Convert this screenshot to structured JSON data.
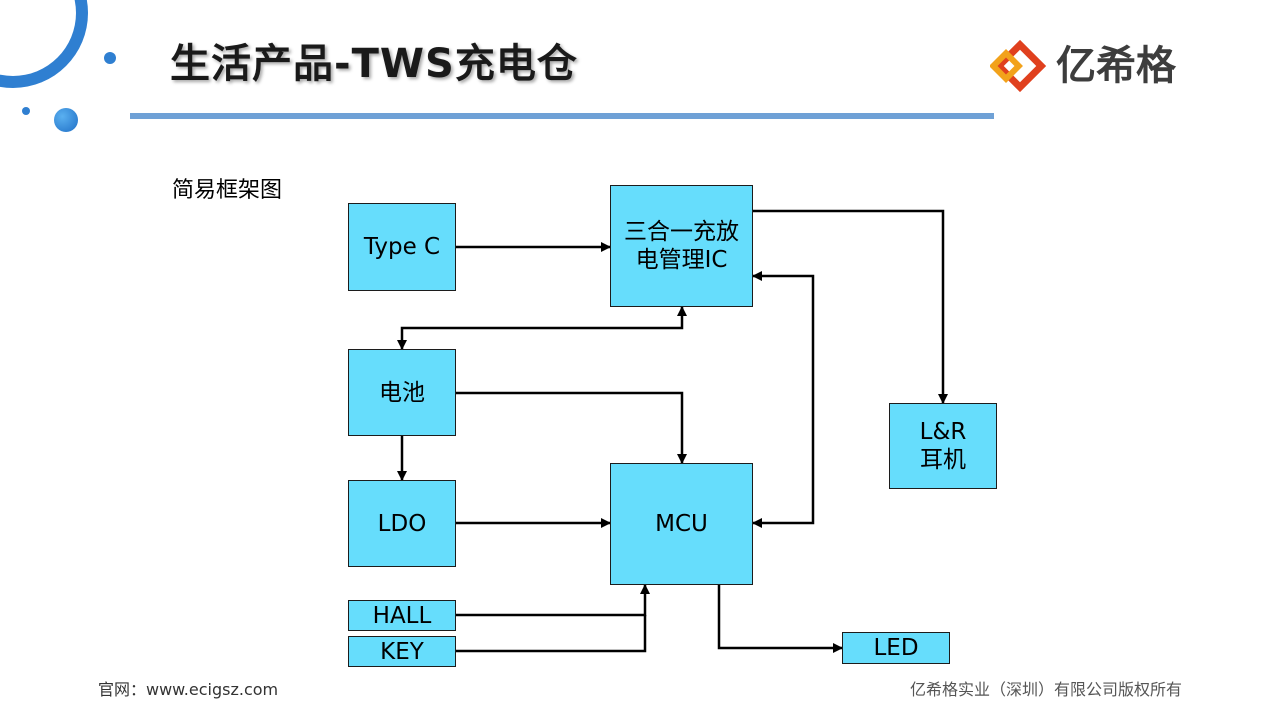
{
  "slide": {
    "title": "生活产品-TWS充电仓",
    "logo_text": "亿希格",
    "subtitle": "简易框架图",
    "footer_left": "官网：www.ecigsz.com",
    "footer_right": "亿希格实业（深圳）有限公司版权所有"
  },
  "colors": {
    "block_fill": "#66ddfc",
    "title_rule": "#6fa1d6",
    "decor_blue": "#2f7fd1"
  },
  "diagram": {
    "blocks": {
      "typec": "Type C",
      "pmic": "三合一充放\n电管理IC",
      "battery": "电池",
      "ldo": "LDO",
      "mcu": "MCU",
      "earphones": "L&R\n耳机",
      "hall": "HALL",
      "key": "KEY",
      "led": "LED"
    },
    "connections": [
      {
        "from": "Type C",
        "to": "三合一充放电管理IC"
      },
      {
        "from": "三合一充放电管理IC",
        "to": "L&R耳机"
      },
      {
        "from": "三合一充放电管理IC",
        "to": "电池",
        "bidirectional": true
      },
      {
        "from": "MCU",
        "to": "三合一充放电管理IC",
        "bidirectional": true
      },
      {
        "from": "电池",
        "to": "MCU"
      },
      {
        "from": "电池",
        "to": "LDO"
      },
      {
        "from": "LDO",
        "to": "MCU"
      },
      {
        "from": "HALL",
        "to": "MCU"
      },
      {
        "from": "KEY",
        "to": "MCU"
      },
      {
        "from": "MCU",
        "to": "LED"
      }
    ]
  }
}
